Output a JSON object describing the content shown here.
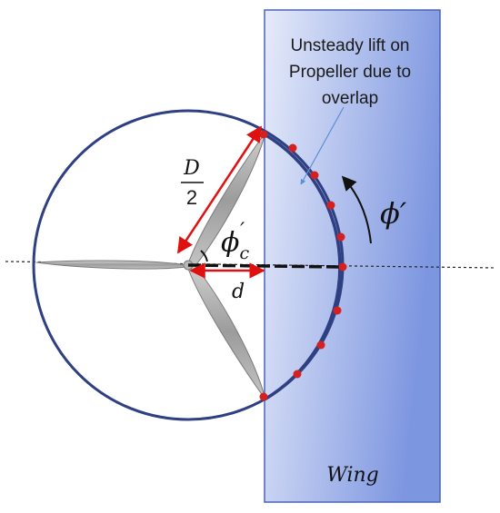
{
  "colors": {
    "wing_fill_light": "#e6ebfa",
    "wing_fill_dark": "#7d96e0",
    "wing_stroke": "#4a63b8",
    "disk_stroke": "#2e3f82",
    "blade_fill": "#a8a8a8",
    "blade_stroke": "#7a7a7a",
    "radius_arrow": "#e01010",
    "dot_fill": "#d42020",
    "pointer_line": "#5b8fd6",
    "angle_arrow": "#111111"
  },
  "labels": {
    "overlap_note_line1": "Unsteady lift on",
    "overlap_note_line2": "Propeller due to",
    "overlap_note_line3": "overlap",
    "radius_numerator": "D",
    "radius_denominator": "2",
    "offset": "d",
    "phi_c_base": "ϕ",
    "phi_c_subscript": "c",
    "phi_c_prime": "′",
    "phi_prime": "ϕ′",
    "wing": "Wing"
  },
  "icons": {
    "propeller": "three-blade-propeller-icon"
  }
}
